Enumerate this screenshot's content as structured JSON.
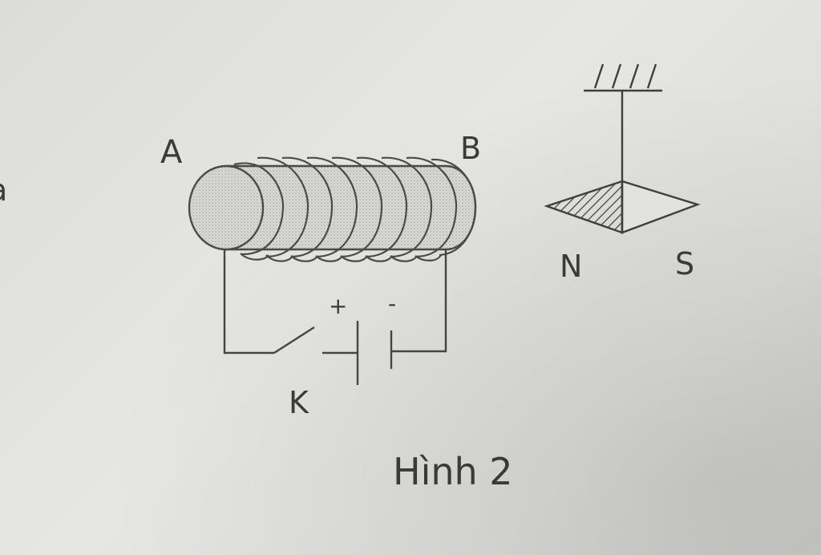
{
  "labels": {
    "end_a": "A",
    "end_b": "B",
    "pole_n": "N",
    "pole_s": "S",
    "plus": "+",
    "minus": "-",
    "switch": "K",
    "caption": "Hình 2",
    "edge_fragment": "a"
  }
}
